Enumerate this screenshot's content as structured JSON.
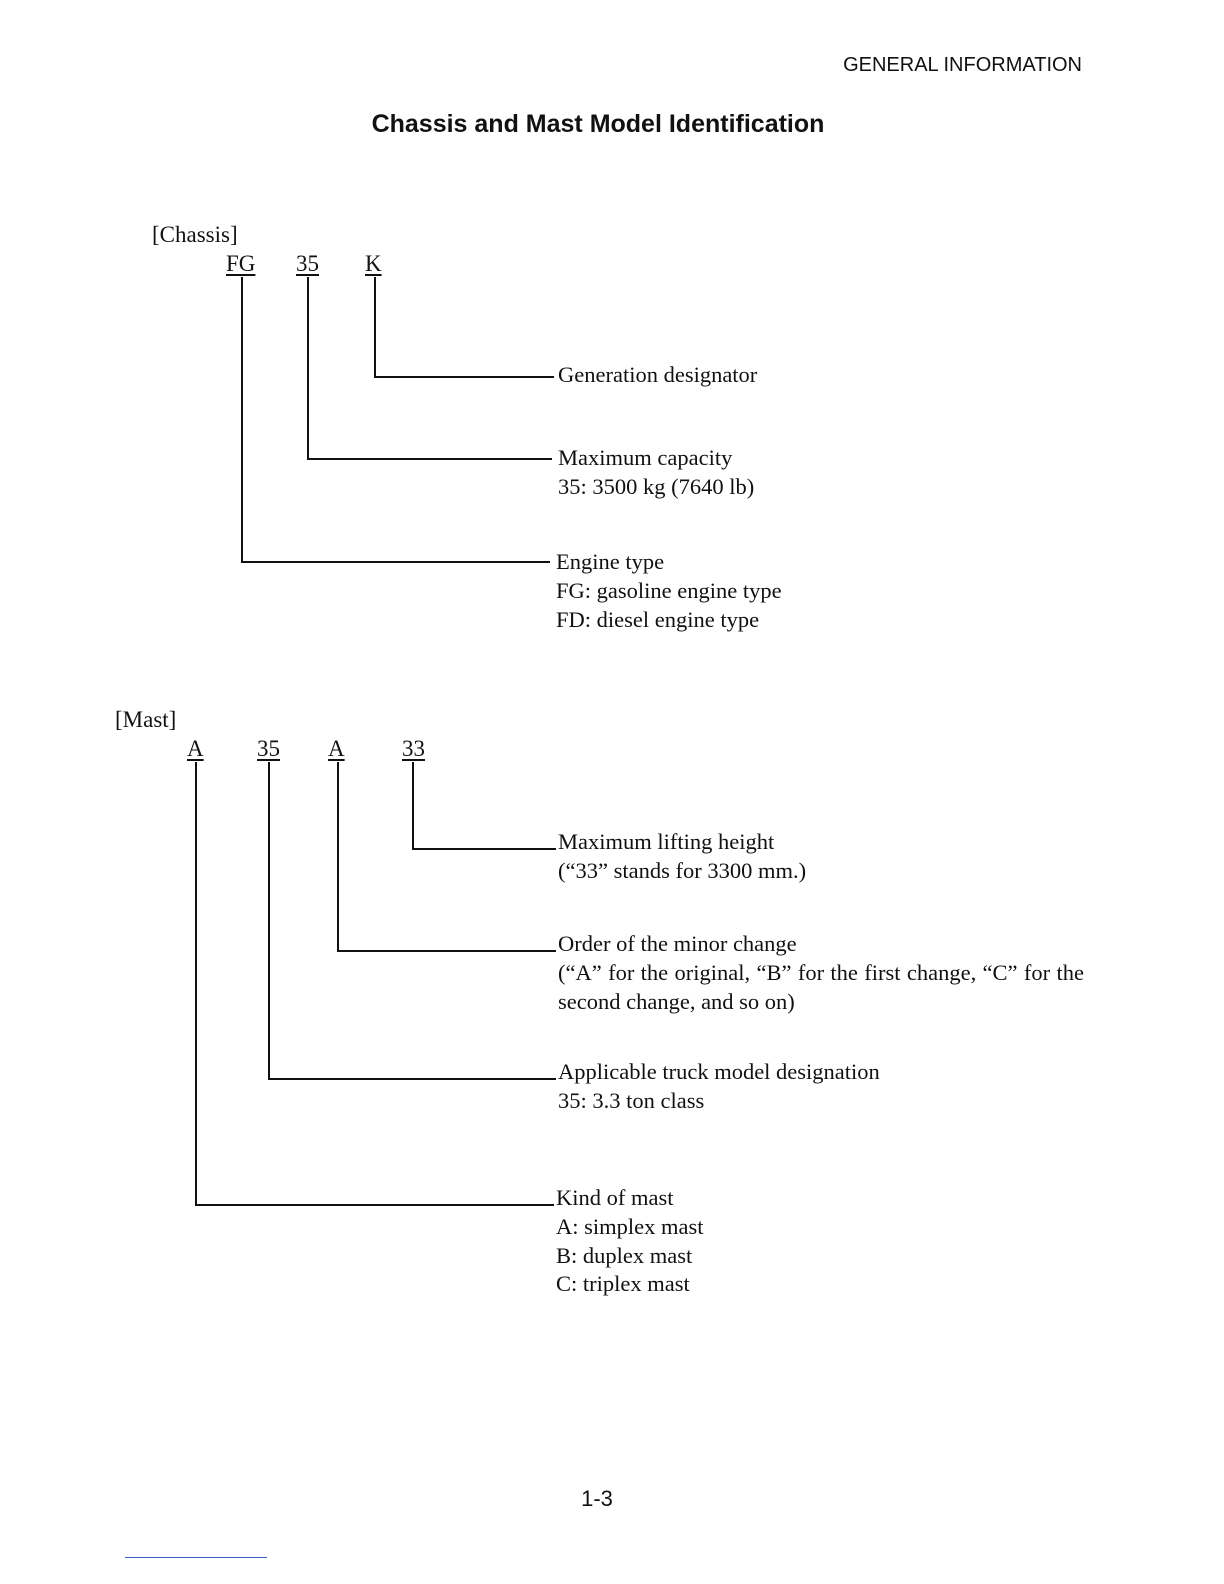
{
  "header": {
    "section_label": "GENERAL INFORMATION",
    "title": "Chassis and Mast Model Identification"
  },
  "chassis": {
    "section_label": "[Chassis]",
    "codes": [
      "FG",
      "35",
      "K"
    ],
    "descriptions": [
      {
        "lines": [
          "Generation designator"
        ]
      },
      {
        "lines": [
          "Maximum capacity",
          "35: 3500 kg (7640 lb)"
        ]
      },
      {
        "lines": [
          "Engine type",
          "FG: gasoline engine type",
          "FD: diesel engine type"
        ]
      }
    ]
  },
  "mast": {
    "section_label": "[Mast]",
    "codes": [
      "A",
      "35",
      "A",
      "33"
    ],
    "descriptions": [
      {
        "lines": [
          "Maximum lifting height",
          "(“33” stands for 3300 mm.)"
        ]
      },
      {
        "lines": [
          "Order of the minor change",
          "(“A” for the original, “B” for the first change, “C” for the second change, and so on)"
        ]
      },
      {
        "lines": [
          "Applicable truck model designation",
          "35: 3.3 ton class"
        ]
      },
      {
        "lines": [
          "Kind of mast",
          "A: simplex mast",
          "B: duplex mast",
          "C: triplex mast"
        ]
      }
    ]
  },
  "footer": {
    "page_number": "1-3"
  }
}
